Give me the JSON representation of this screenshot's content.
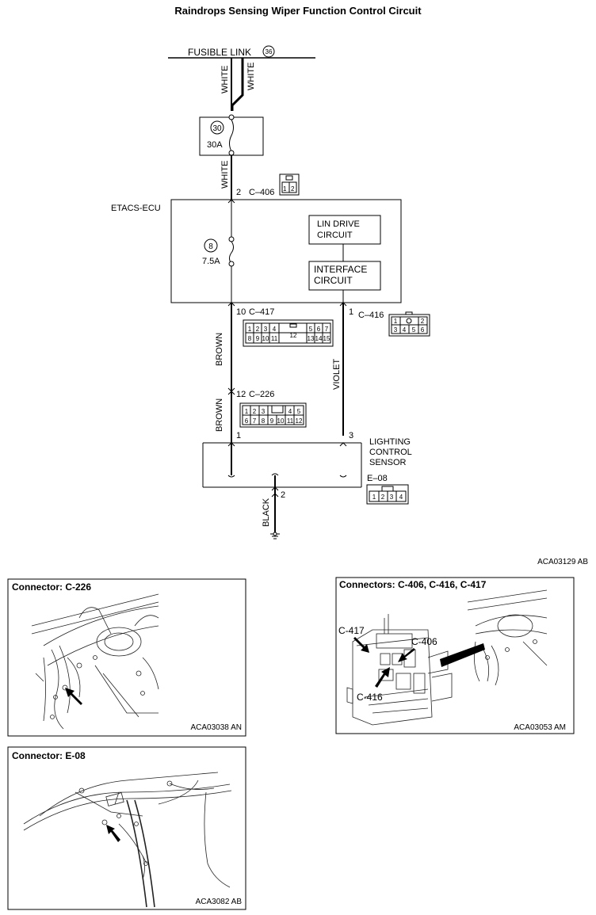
{
  "title": "Raindrops Sensing Wiper Function Control Circuit",
  "schematic": {
    "fusible_link": {
      "label": "FUSIBLE LINK",
      "number": "36"
    },
    "wire_white_1": "WHITE",
    "wire_white_2": "WHITE",
    "wire_white_3": "WHITE",
    "fuse_30": {
      "number": "30",
      "rating": "30A"
    },
    "c406": {
      "pin": "2",
      "label": "C–406",
      "pins": [
        "1",
        "2"
      ]
    },
    "etacs_ecu": "ETACS-ECU",
    "fuse_8": {
      "number": "8",
      "rating": "7.5A"
    },
    "lin_drive": [
      "LIN DRIVE",
      "CIRCUIT"
    ],
    "interface": [
      "INTERFACE",
      "CIRCUIT"
    ],
    "c417": {
      "pin": "10",
      "label": "C–417",
      "row1": [
        "1",
        "2",
        "3",
        "4",
        "5",
        "6",
        "7"
      ],
      "row2": [
        "8",
        "9",
        "10",
        "11",
        "13",
        "14",
        "15"
      ],
      "center": "12"
    },
    "c416": {
      "pin": "1",
      "label": "C–416",
      "row1": [
        "1",
        "2"
      ],
      "row2": [
        "3",
        "4",
        "5",
        "6"
      ]
    },
    "wire_brown_1": "BROWN",
    "wire_brown_2": "BROWN",
    "wire_violet": "VIOLET",
    "c226": {
      "pin": "12",
      "label": "C–226",
      "row1": [
        "1",
        "2",
        "3",
        "4",
        "5"
      ],
      "row2": [
        "6",
        "7",
        "8",
        "9",
        "10",
        "11",
        "12"
      ]
    },
    "sensor_pin_1": "1",
    "sensor_pin_3": "3",
    "lighting_sensor": [
      "LIGHTING",
      "CONTROL",
      "SENSOR"
    ],
    "e08": {
      "label": "E–08",
      "pins": [
        "1",
        "2",
        "3",
        "4"
      ]
    },
    "ground_pin": "2",
    "wire_black": "BLACK",
    "figure_code": "ACA03129 AB"
  },
  "photos": {
    "c226": {
      "title": "Connector: C-226",
      "code": "ACA03038 AN"
    },
    "c406_416_417": {
      "title": "Connectors: C-406, C-416, C-417",
      "code": "ACA03053 AM",
      "callouts": [
        "C-417",
        "C-406",
        "C-416"
      ]
    },
    "e08": {
      "title": "Connector: E-08",
      "code": "ACA3082 AB"
    }
  }
}
